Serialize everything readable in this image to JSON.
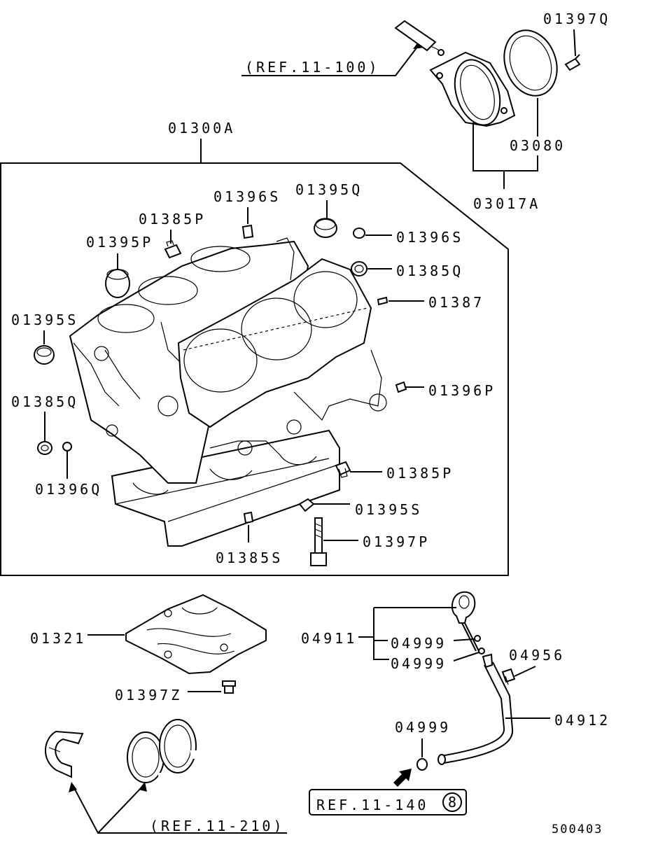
{
  "refs": {
    "ref_11_100": "(REF.11-100)",
    "ref_11_140": "REF.11-140",
    "ref_11_140_circle": "8",
    "ref_11_210": "(REF.11-210)"
  },
  "labels": {
    "p01397Q": "01397Q",
    "p03080": "03080",
    "p03017A": "03017A",
    "p01300A": "01300A",
    "p01396S_top": "01396S",
    "p01395Q": "01395Q",
    "p01385P_top": "01385P",
    "p01395P": "01395P",
    "p01396S_right": "01396S",
    "p01385Q_right": "01385Q",
    "p01387": "01387",
    "p01395S_left": "01395S",
    "p01396P": "01396P",
    "p01385Q_left": "01385Q",
    "p01396Q": "01396Q",
    "p01385P_right": "01385P",
    "p01395S_bottom": "01395S",
    "p01397P": "01397P",
    "p01385S": "01385S",
    "p01321": "01321",
    "p01397Z": "01397Z",
    "p04911": "04911",
    "p04999_a": "04999",
    "p04999_b": "04999",
    "p04956": "04956",
    "p04912": "04912",
    "p04999_c": "04999"
  },
  "footer": {
    "diagram_code": "500403"
  },
  "colors": {
    "ink": "#000000",
    "paper": "#ffffff"
  }
}
